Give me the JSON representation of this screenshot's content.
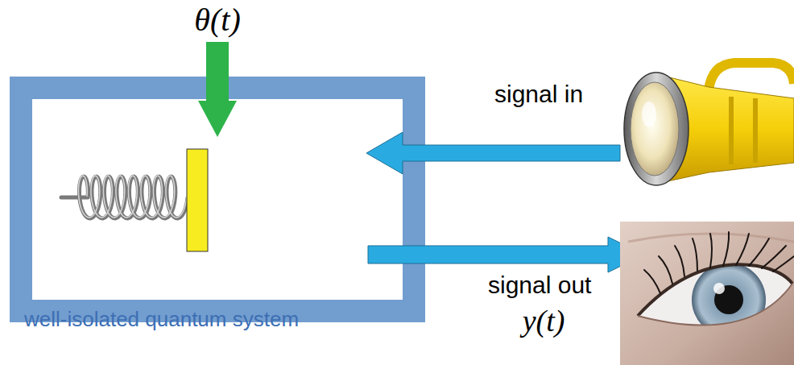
{
  "diagram": {
    "nodes": [
      {
        "text": [
          "well-isolated quantum system"
        ]
      }
    ],
    "labels": [
      "θ(t)",
      "signal in",
      "signal out",
      "y(t)"
    ]
  }
}
